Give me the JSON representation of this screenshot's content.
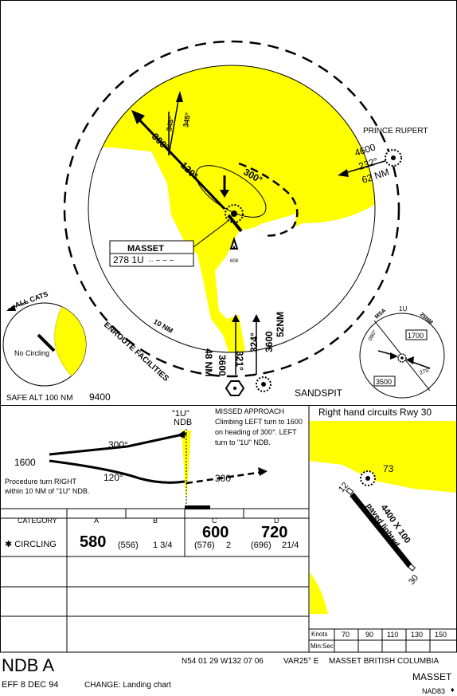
{
  "plan": {
    "prince_rupert": "PRINCE RUPERT",
    "pr_alt": "4600",
    "pr_brg": "232°",
    "pr_dist": "62 NM",
    "bearing_300_nw": "300°",
    "bearing_120": "120°",
    "bearing_300_hold": "300°",
    "bearing_345": "345°",
    "bearing_345b": "345°",
    "ndb_name": "MASSET",
    "ndb_freq": "278 1U",
    "ring_10nm": "10 NM",
    "enroute": "ENROUTE  FACILITIES",
    "alt_3600a": "3600",
    "dist_48nm": "48 NM",
    "crs_321": "321°",
    "crs_324": "324°",
    "alt_3600b": "3600",
    "dist_52nm": "52NM",
    "sandspit": "SANDSPIT",
    "safe_alt_label": "SAFE ALT 100 NM",
    "safe_alt": "9400",
    "elev_608": "608",
    "all_cats": "ALL  CATS",
    "no_circling": "No Circling",
    "msa_label": "MSA",
    "msa_1u": "1U",
    "msa_25nm": "25NM",
    "msa_090": "090°",
    "msa_270": "270°",
    "msa_1700": "1700",
    "msa_3500": "3500"
  },
  "profile": {
    "ndb_label": "\"1U\"",
    "ndb_sub": "NDB",
    "alt_1600": "1600",
    "brg_300_upper": "300°",
    "brg_120": "120°",
    "brg_300_lower": "300°",
    "proc_turn": "Procedure turn RIGHT within 10 NM of \"1U\" NDB.",
    "missed_title": "MISSED APPROACH",
    "missed_text": "Climbing LEFT turn to 1600    on heading of 300°.   LEFT  turn to \"1U\" NDB."
  },
  "aerodrome": {
    "title": "Right hand circuits Rwy 30",
    "elev": "73",
    "rwy12": "12",
    "rwy30": "30",
    "dims": "4400 X 100",
    "surface": "paved lighted"
  },
  "minima": {
    "category_label": "CATEGORY",
    "cats": [
      "A",
      "B",
      "C",
      "D"
    ],
    "circling_label": "CIRCLING",
    "ab_mda": "580",
    "ab_haa": "(556)",
    "ab_vis_a": "",
    "ab_vis_b": "1 3/4",
    "c_mda": "600",
    "c_haa": "(576)",
    "c_vis": "2",
    "d_mda": "720",
    "d_haa": "(696)",
    "d_vis": "21/4"
  },
  "timing": {
    "knots_label": "Knots",
    "speeds": [
      "70",
      "90",
      "110",
      "130",
      "150"
    ],
    "minsec_label": "Min:Sec"
  },
  "footer": {
    "title": "NDB A",
    "eff": "EFF 8 DEC 94",
    "change": "CHANGE: Landing chart",
    "coords": "N54 01 29 W132 07 06",
    "var": "VAR25° E",
    "location": "MASSET   BRITISH COLUMBIA",
    "airport": "MASSET",
    "datum": "NAD83"
  }
}
